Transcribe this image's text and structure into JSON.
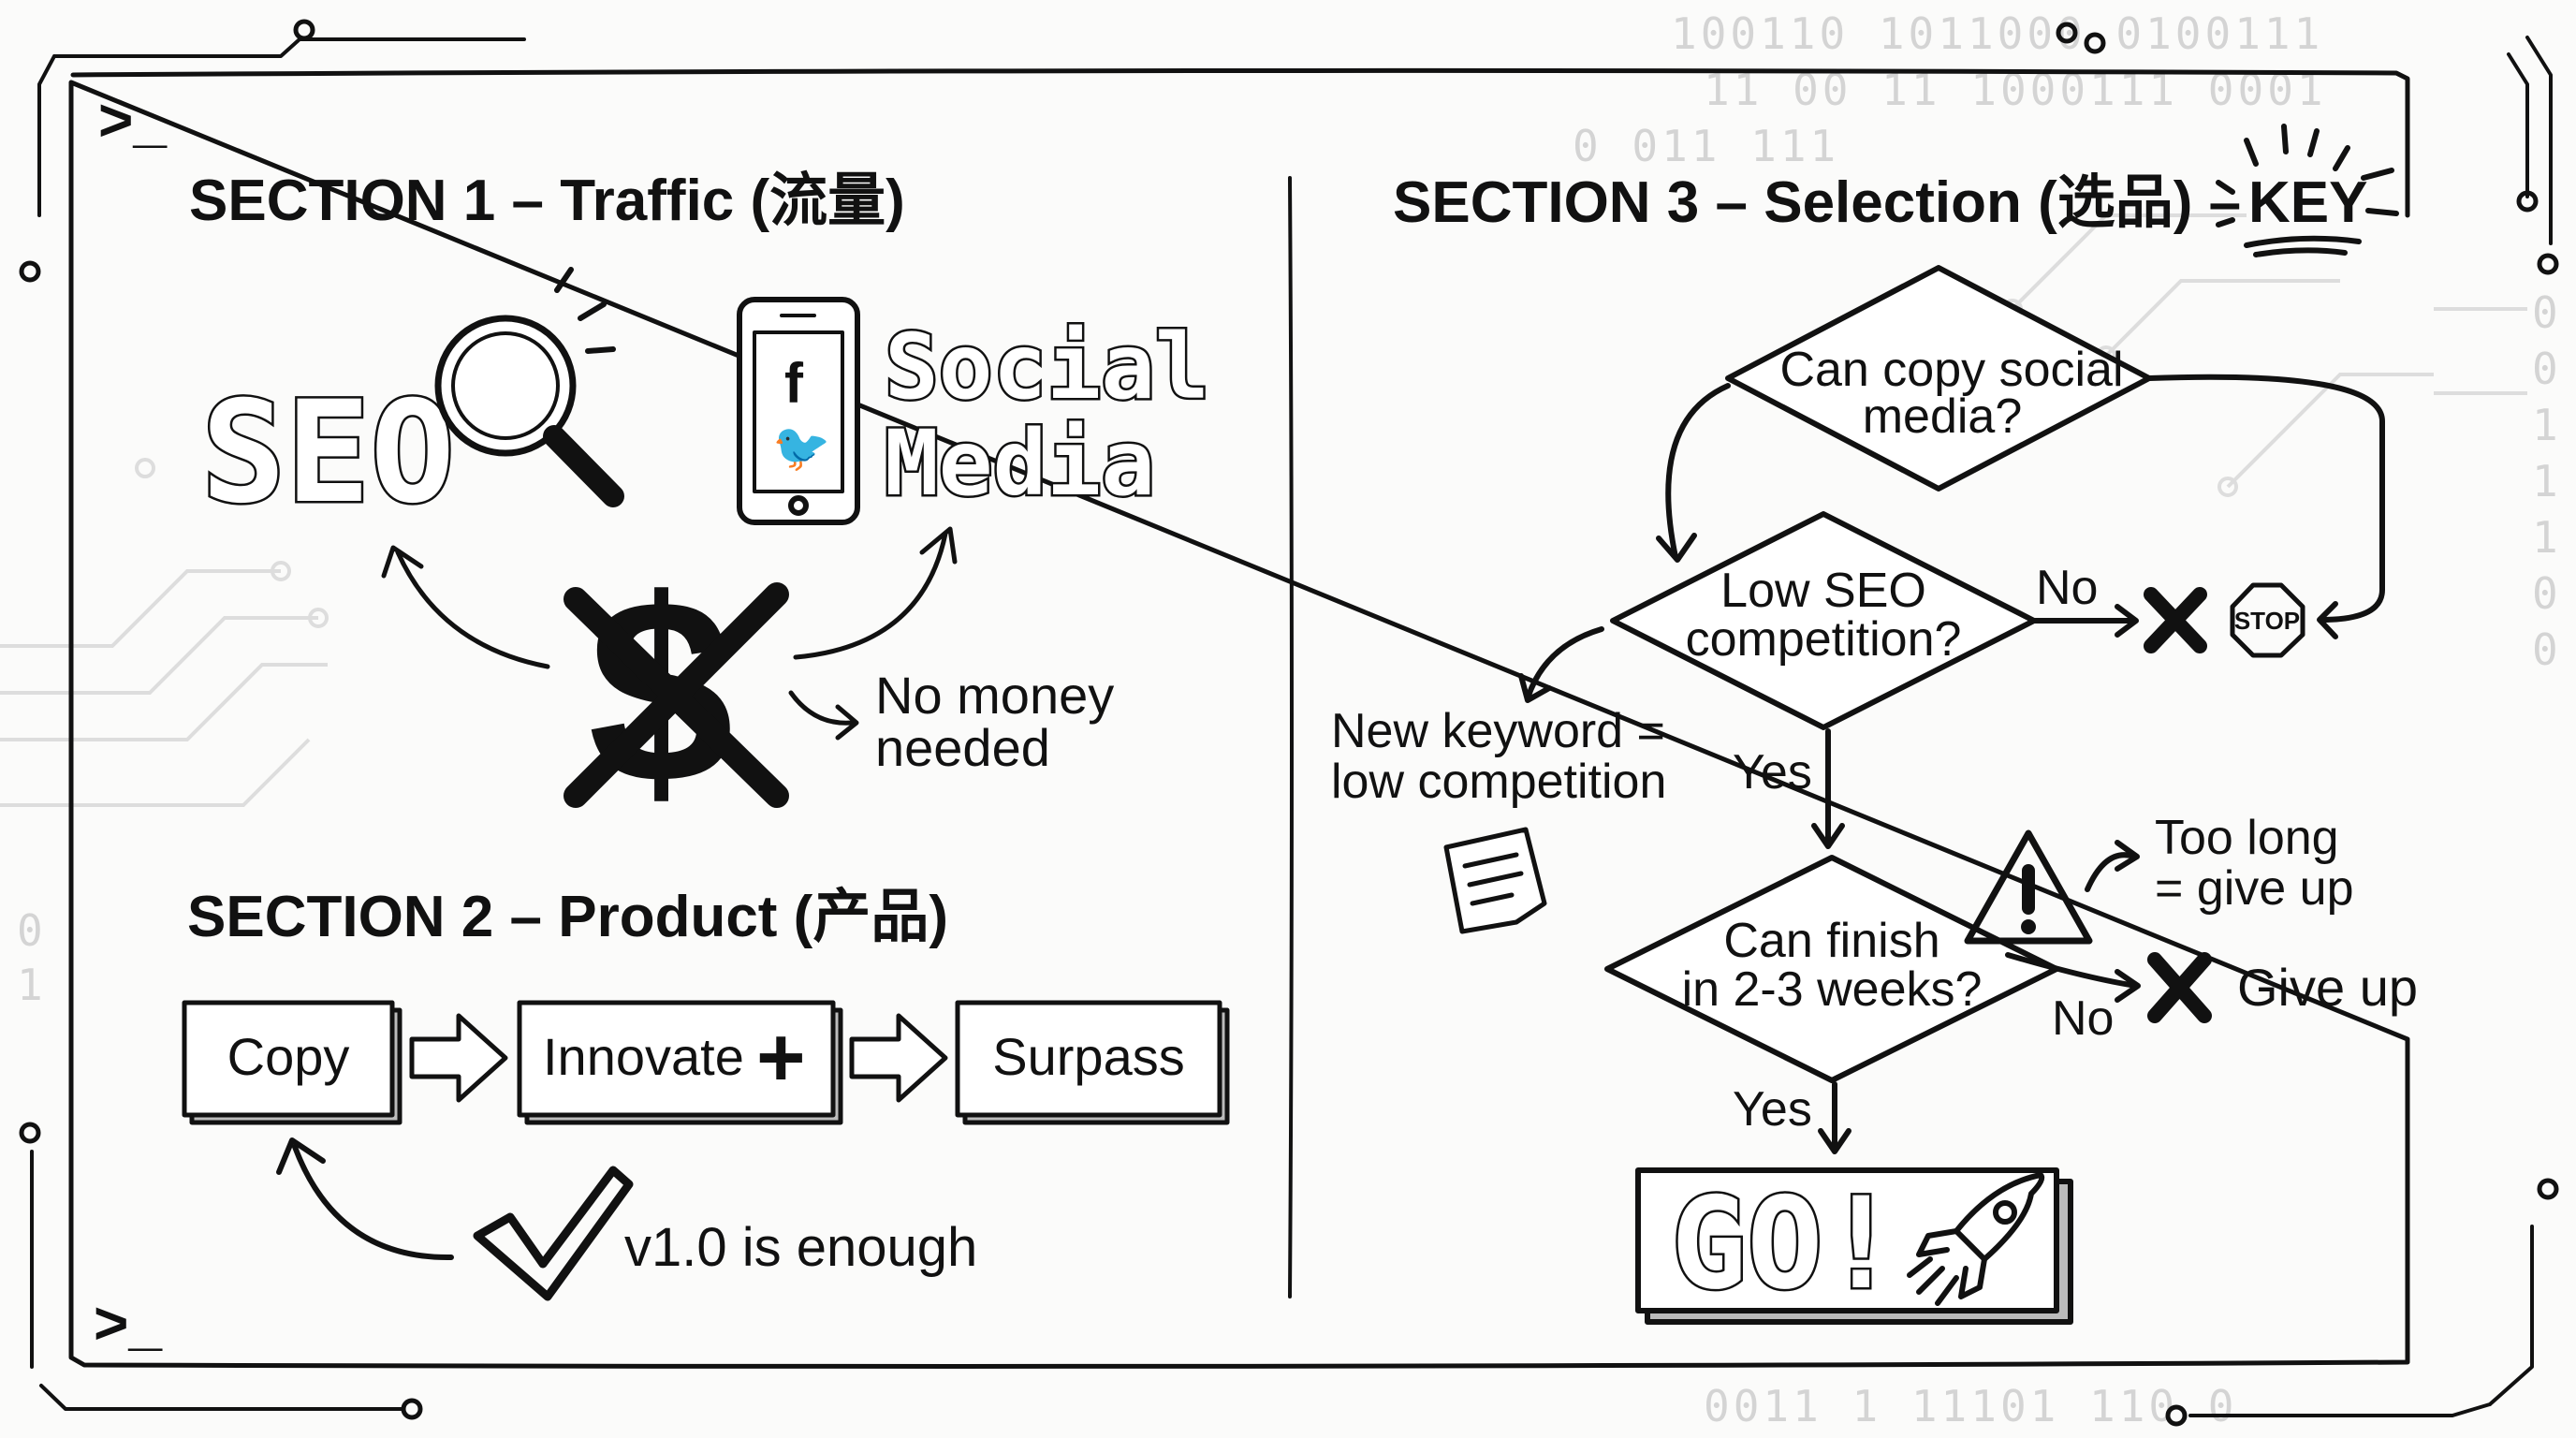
{
  "background_binary": {
    "top_rows": [
      "100110  1011000 0100111",
      "11 00    11 1000111 0001",
      "0 011    111"
    ],
    "bottom_row": "0011 1  11101 110 0",
    "right_column": [
      "0",
      "0",
      "1",
      "1",
      "1",
      "0",
      "0"
    ],
    "left_column": [
      "0",
      "1"
    ]
  },
  "prompt_symbol": ">_",
  "section1": {
    "title": "SECTION 1 – Traffic (流量)",
    "seo_label": "SEO",
    "social_label_line1": "Social",
    "social_label_line2": "Media",
    "money_note_line1": "No money",
    "money_note_line2": "needed",
    "icons": [
      "magnifier-icon",
      "phone-icon",
      "facebook-icon",
      "twitter-icon",
      "crossed-dollar-icon"
    ]
  },
  "section2": {
    "title": "SECTION 2 – Product (产品)",
    "steps": [
      "Copy",
      "Innovate",
      "Surpass"
    ],
    "innovate_symbol": "+",
    "check_note": "v1.0 is enough"
  },
  "section3": {
    "title": "SECTION 3 – Selection (选品) –",
    "key_label": "KEY",
    "q1": [
      "Can copy social",
      "media?"
    ],
    "q2": [
      "Low SEO",
      "competition?"
    ],
    "q2_no": "No",
    "stop_label": "STOP",
    "keyword_note": [
      "New keyword =",
      "low competition"
    ],
    "q2_yes": "Yes",
    "q3": [
      "Can finish",
      "in 2-3 weeks?"
    ],
    "too_long_note": [
      "Too long",
      "= give up"
    ],
    "q3_no": "No",
    "give_up": "Give up",
    "q3_yes": "Yes",
    "go_label": "GO!"
  }
}
